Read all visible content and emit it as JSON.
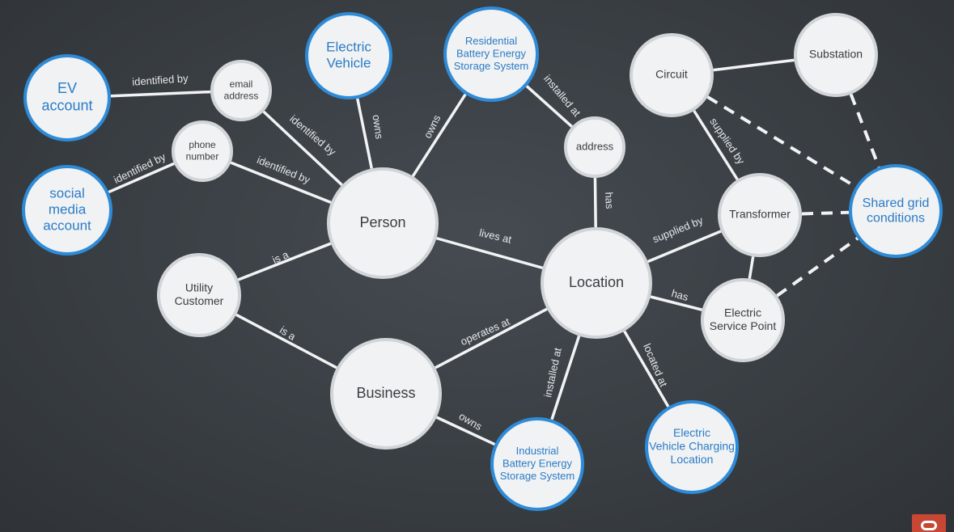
{
  "nodes": [
    {
      "id": "ev_account",
      "lines": [
        "EV",
        "account"
      ],
      "style": "blue"
    },
    {
      "id": "social_media",
      "lines": [
        "social",
        "media",
        "account"
      ],
      "style": "blue"
    },
    {
      "id": "email",
      "lines": [
        "email",
        "address"
      ],
      "style": "grey"
    },
    {
      "id": "phone",
      "lines": [
        "phone",
        "number"
      ],
      "style": "grey"
    },
    {
      "id": "electric_vehicle",
      "lines": [
        "Electric",
        "Vehicle"
      ],
      "style": "blue"
    },
    {
      "id": "residential_bess",
      "lines": [
        "Residential",
        "Battery Energy",
        "Storage System"
      ],
      "style": "blue"
    },
    {
      "id": "address",
      "lines": [
        "address"
      ],
      "style": "grey"
    },
    {
      "id": "circuit",
      "lines": [
        "Circuit"
      ],
      "style": "grey"
    },
    {
      "id": "substation",
      "lines": [
        "Substation"
      ],
      "style": "grey"
    },
    {
      "id": "person",
      "lines": [
        "Person"
      ],
      "style": "grey"
    },
    {
      "id": "utility_customer",
      "lines": [
        "Utility",
        "Customer"
      ],
      "style": "grey"
    },
    {
      "id": "location",
      "lines": [
        "Location"
      ],
      "style": "grey"
    },
    {
      "id": "transformer",
      "lines": [
        "Transformer"
      ],
      "style": "grey"
    },
    {
      "id": "shared_grid",
      "lines": [
        "Shared grid",
        "conditions"
      ],
      "style": "blue"
    },
    {
      "id": "electric_service_point",
      "lines": [
        "Electric",
        "Service Point"
      ],
      "style": "grey"
    },
    {
      "id": "business",
      "lines": [
        "Business"
      ],
      "style": "grey"
    },
    {
      "id": "industrial_bess",
      "lines": [
        "Industrial",
        "Battery Energy",
        "Storage System"
      ],
      "style": "blue"
    },
    {
      "id": "ev_charging",
      "lines": [
        "Electric",
        "Vehicle Charging",
        "Location"
      ],
      "style": "blue"
    }
  ],
  "edges": [
    {
      "from": "ev_account",
      "to": "email",
      "label": "identified by",
      "dashed": false
    },
    {
      "from": "email",
      "to": "person",
      "label": "identified by",
      "dashed": false
    },
    {
      "from": "social_media",
      "to": "phone",
      "label": "identified by",
      "dashed": false
    },
    {
      "from": "phone",
      "to": "person",
      "label": "identified by",
      "dashed": false
    },
    {
      "from": "electric_vehicle",
      "to": "person",
      "label": "owns",
      "dashed": false
    },
    {
      "from": "residential_bess",
      "to": "person",
      "label": "owns",
      "dashed": false
    },
    {
      "from": "residential_bess",
      "to": "address",
      "label": "installed at",
      "dashed": false
    },
    {
      "from": "address",
      "to": "location",
      "label": "has",
      "dashed": false
    },
    {
      "from": "person",
      "to": "location",
      "label": "lives at",
      "dashed": false
    },
    {
      "from": "person",
      "to": "utility_customer",
      "label": "is a",
      "dashed": false
    },
    {
      "from": "utility_customer",
      "to": "business",
      "label": "is a",
      "dashed": false
    },
    {
      "from": "business",
      "to": "location",
      "label": "operates at",
      "dashed": false
    },
    {
      "from": "business",
      "to": "industrial_bess",
      "label": "owns",
      "dashed": false
    },
    {
      "from": "industrial_bess",
      "to": "location",
      "label": "installed at",
      "dashed": false
    },
    {
      "from": "ev_charging",
      "to": "location",
      "label": "located at",
      "dashed": false
    },
    {
      "from": "location",
      "to": "transformer",
      "label": "supplied by",
      "dashed": false
    },
    {
      "from": "location",
      "to": "electric_service_point",
      "label": "has",
      "dashed": false
    },
    {
      "from": "circuit",
      "to": "transformer",
      "label": "supplied by",
      "dashed": false
    },
    {
      "from": "circuit",
      "to": "substation",
      "label": "",
      "dashed": false
    },
    {
      "from": "transformer",
      "to": "electric_service_point",
      "label": "",
      "dashed": false
    },
    {
      "from": "circuit",
      "to": "shared_grid",
      "label": "",
      "dashed": true
    },
    {
      "from": "substation",
      "to": "shared_grid",
      "label": "",
      "dashed": true
    },
    {
      "from": "transformer",
      "to": "shared_grid",
      "label": "",
      "dashed": true
    },
    {
      "from": "electric_service_point",
      "to": "shared_grid",
      "label": "",
      "dashed": true
    }
  ],
  "colors": {
    "background": "#3c4146",
    "edge": "#f2f3f4",
    "node_fill": "#f1f2f3",
    "node_stroke_grey": "#d2d5d8",
    "node_stroke_blue": "#2e8bd8",
    "text_grey_node": "#3a3d40",
    "text_blue_node": "#2a7cc7",
    "edge_label": "#e6e8ea",
    "brand": "#c74634"
  }
}
